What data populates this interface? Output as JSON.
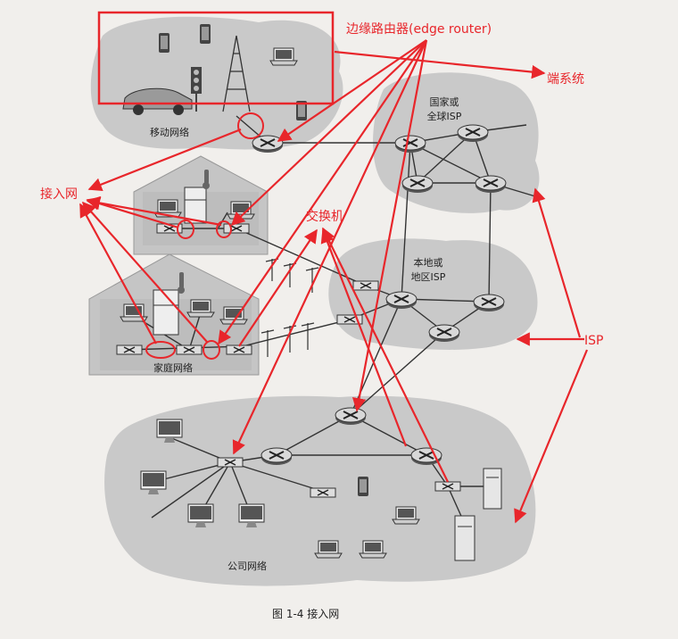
{
  "regions": {
    "mobile_network": "移动网络",
    "national_isp_line1": "国家或",
    "national_isp_line2": "全球ISP",
    "local_isp_line1": "本地或",
    "local_isp_line2": "地区ISP",
    "home_network": "家庭网络",
    "enterprise_network": "公司网络"
  },
  "annotations": {
    "edge_router": "边缘路由器(edge router)",
    "end_system": "端系统",
    "access_network": "接入网",
    "switch": "交换机",
    "isp": "ISP"
  },
  "caption": "图 1-4   接入网",
  "colors": {
    "annotation_red": "#e8262b",
    "cloud_gray": "#c9c9c9",
    "background": "#f1efec"
  }
}
